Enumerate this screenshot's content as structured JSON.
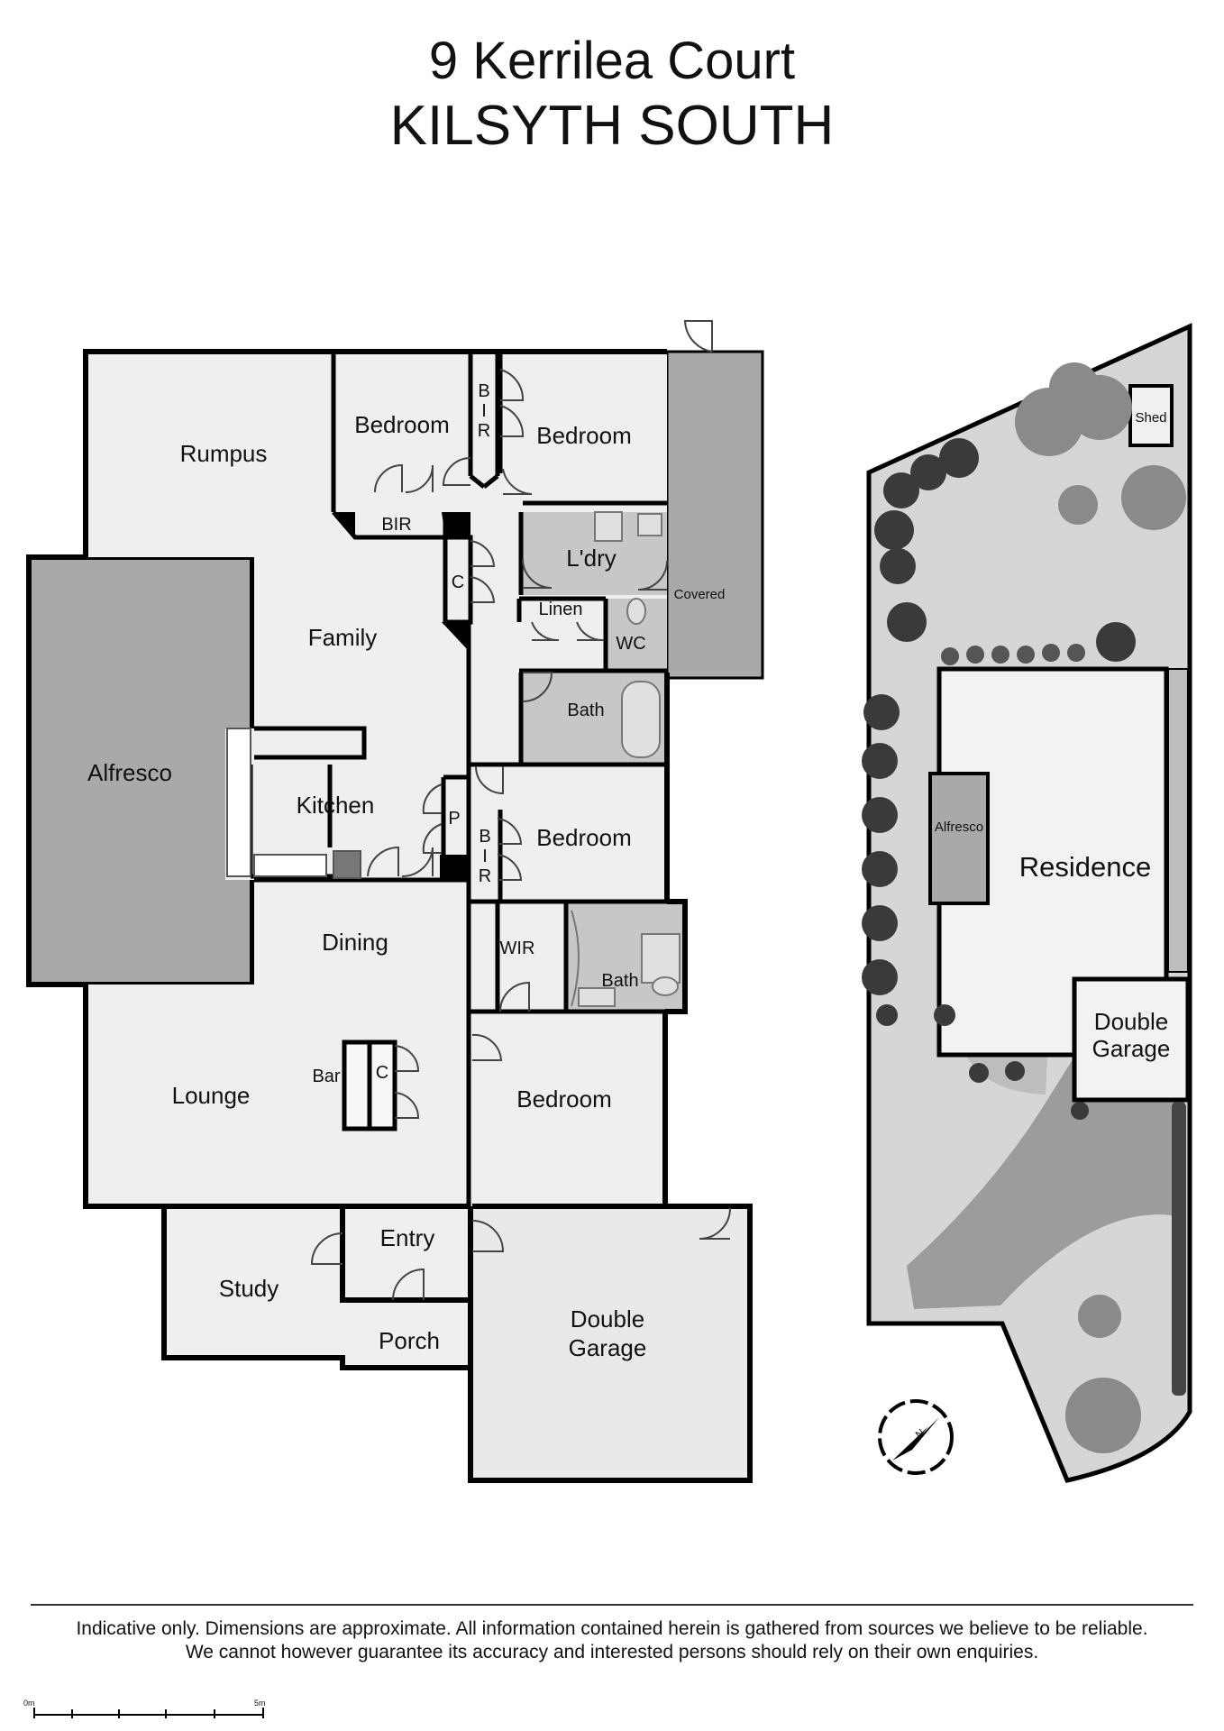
{
  "header": {
    "address": "9 Kerrilea Court",
    "suburb": "KILSYTH SOUTH"
  },
  "floorplan": {
    "rooms": {
      "rumpus": "Rumpus",
      "bedroom1": "Bedroom",
      "bir_top": [
        "B",
        "I",
        "R"
      ],
      "bedroom2": "Bedroom",
      "bir_bottom": "BIR",
      "laundry": "L'dry",
      "linen": "Linen",
      "wc": "WC",
      "closet_c": "C",
      "covered": "Covered",
      "family": "Family",
      "alfresco": "Alfresco",
      "kitchen": "Kitchen",
      "pantry": "P",
      "bath1": "Bath",
      "bedroom3": "Bedroom",
      "bir_mid": [
        "B",
        "I",
        "R"
      ],
      "dining": "Dining",
      "wir": "WIR",
      "bath2": "Bath",
      "lounge": "Lounge",
      "bar": "Bar",
      "bar_c": "C",
      "bedroom4": "Bedroom",
      "entry": "Entry",
      "study": "Study",
      "porch": "Porch",
      "garage_line1": "Double",
      "garage_line2": "Garage"
    },
    "scale": {
      "start": "0m",
      "end": "5m"
    }
  },
  "siteplan": {
    "shed": "Shed",
    "alfresco": "Alfresco",
    "residence": "Residence",
    "garage_line1": "Double",
    "garage_line2": "Garage",
    "compass_icon": "north-compass-icon"
  },
  "footer": {
    "line1": "Indicative only. Dimensions are approximate. All information contained herein is gathered from sources we believe to be reliable.",
    "line2": "We cannot however guarantee its accuracy and interested persons should rely on their own enquiries."
  },
  "colors": {
    "floor": "#efefef",
    "outdoor": "#a9a9a9",
    "wet_area": "#c7c7c7",
    "wall": "#000000",
    "site": "#d6d6d6",
    "driveway": "#9c9c9c",
    "tree": "#3a3a3a"
  }
}
